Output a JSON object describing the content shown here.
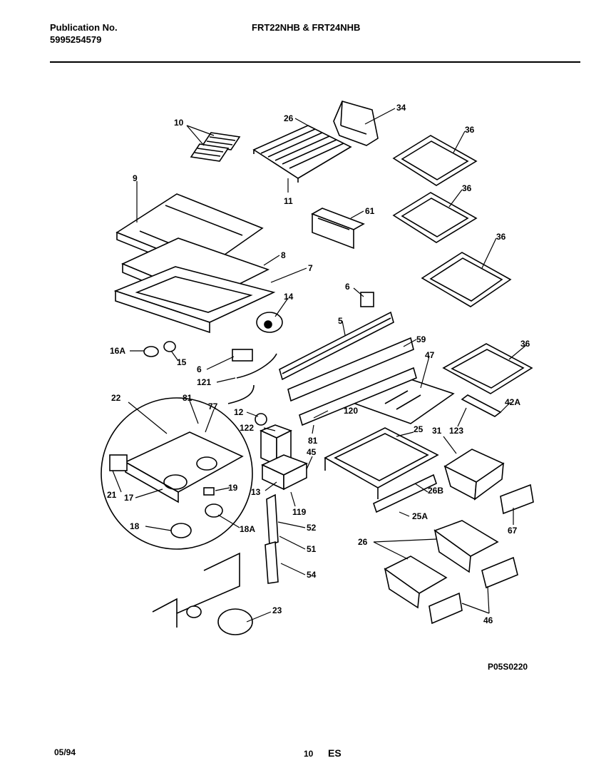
{
  "header": {
    "pub_label": "Publication No.",
    "pub_number": "5995254579",
    "models": "FRT22NHB & FRT24NHB"
  },
  "diagram": {
    "callouts": [
      "10",
      "26",
      "34",
      "36",
      "36",
      "36",
      "36",
      "9",
      "11",
      "61",
      "8",
      "7",
      "6",
      "14",
      "5",
      "59",
      "47",
      "16A",
      "15",
      "6",
      "121",
      "42A",
      "12",
      "122",
      "120",
      "123",
      "22",
      "81",
      "77",
      "81",
      "45",
      "25",
      "31",
      "21",
      "17",
      "19",
      "13",
      "119",
      "26B",
      "25A",
      "67",
      "18",
      "18A",
      "52",
      "51",
      "26",
      "54",
      "23",
      "46"
    ],
    "figure_code": "P05S0220"
  },
  "footer": {
    "date": "05/94",
    "page": "10",
    "section": "ES"
  }
}
